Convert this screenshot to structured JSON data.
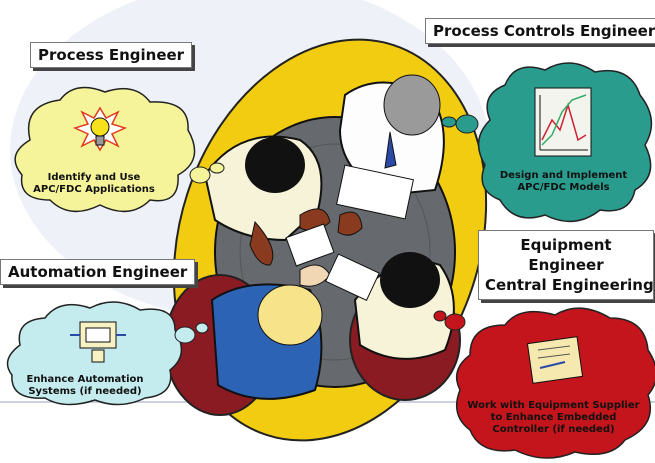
{
  "roles": {
    "process_engineer": "Process Engineer",
    "process_controls_engineer": "Process Controls Engineer",
    "automation_engineer": "Automation Engineer",
    "equipment_engineer": [
      "Equipment",
      "Engineer",
      "Central Engineering"
    ]
  },
  "tasks": {
    "process_engineer": [
      "Identify and Use",
      "APC/FDC Applications"
    ],
    "process_controls_engineer": [
      "Design and Implement",
      "APC/FDC Models"
    ],
    "automation_engineer": [
      "Enhance Automation",
      "Systems (if needed)"
    ],
    "equipment_engineer": [
      "Work with Equipment Supplier",
      "to Enhance Embedded",
      "Controller (if needed)"
    ]
  },
  "colors": {
    "yellow_bubble": "#f6f49a",
    "teal_bubble": "#2a9c8e",
    "cyan_bubble": "#c4ecef",
    "red_bubble": "#c4141c",
    "table": "#666a6e",
    "yellow_disc": "#f2cc10"
  }
}
